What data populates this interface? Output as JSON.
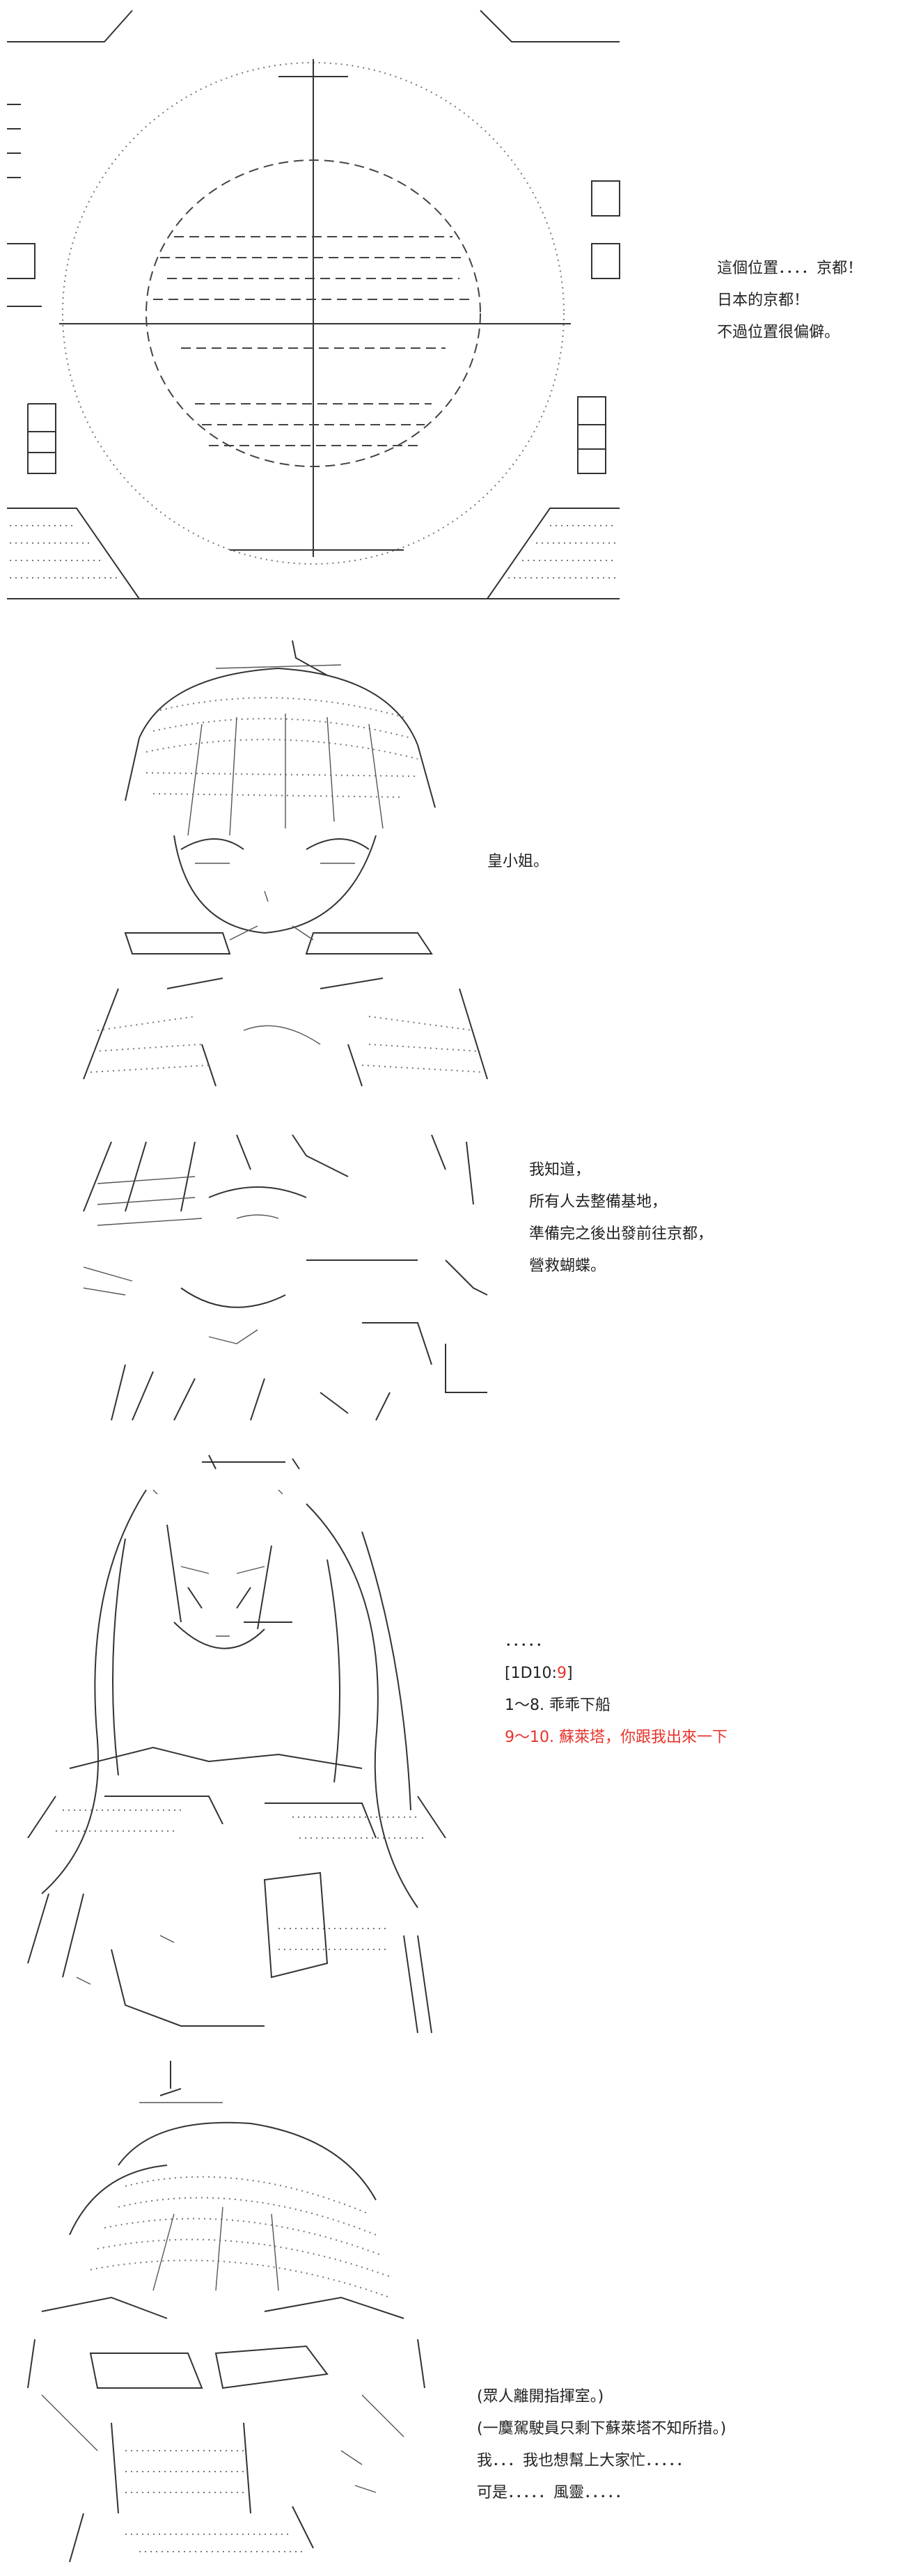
{
  "panels": [
    {
      "art": "scope-reticle-art",
      "lines": [
        {
          "text": "這個位置．．．．京都！"
        },
        {
          "text": "日本的京都！"
        },
        {
          "text": "不過位置很偏僻。"
        }
      ]
    },
    {
      "art": "character-portrait-art",
      "lines": [
        {
          "text": "皇小姐。"
        }
      ]
    },
    {
      "art": "character-closeup-art",
      "lines": [
        {
          "text": "我知道，"
        },
        {
          "text": "所有人去整備基地，"
        },
        {
          "text": "準備完之後出發前往京都，"
        },
        {
          "text": "營救蝴蝶。"
        }
      ]
    },
    {
      "art": "long-hair-character-art",
      "lines": [
        {
          "text": "．．．．．"
        },
        {
          "text": "[1D10:",
          "accent": "9",
          "suffix": "]"
        },
        {
          "text": "1～8. 乖乖下船"
        },
        {
          "text": "9～10. 蘇萊塔，你跟我出來一下",
          "red": true
        }
      ]
    },
    {
      "art": "bowing-character-art",
      "lines": [
        {
          "text": "(眾人離開指揮室。)"
        },
        {
          "text": "(一麌駕駛員只剩下蘇萊塔不知所措。)"
        },
        {
          "text": "我．．．我也想幫上大家忙．．．．．"
        },
        {
          "text": "可是．．．．．風靈．．．．．"
        }
      ]
    }
  ],
  "colors": {
    "text": "#222222",
    "accent_red": "#e8332a",
    "background": "#ffffff"
  }
}
